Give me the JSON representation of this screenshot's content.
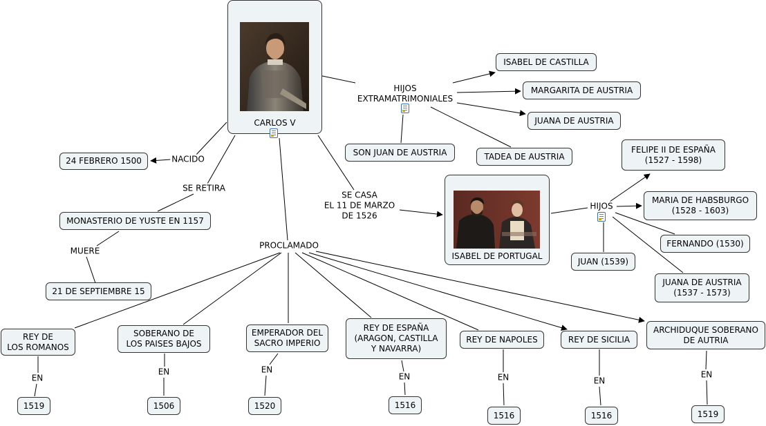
{
  "diagram": {
    "central_node": {
      "label": "CARLOS V",
      "portrait": "armored-man-portrait",
      "icon": "note-icon"
    },
    "spouse_node": {
      "label": "ISABEL DE PORTUGAL",
      "portrait": "royal-couple-portrait"
    },
    "nodes": {
      "birth_date": "24 FEBRERO 1500",
      "monastery": "MONASTERIO DE YUSTE EN 1157",
      "death_date": "21 DE SEPTIEMBRE 15",
      "title_romanos": "REY DE\nLOS ROMANOS",
      "title_paises_bajos": "SOBERANO DE\nLOS PAISES BAJOS",
      "title_emperador": "EMPERADOR DEL\nSACRO IMPERIO",
      "title_espana": "REY DE ESPAÑA\n(ARAGON, CASTILLA\nY NAVARRA)",
      "title_napoles": "REY DE NAPOLES",
      "title_sicilia": "REY DE SICILIA",
      "title_archiduque": "ARCHIDUQUE SOBERANO\nDE AUTRIA",
      "year_romanos": "1519",
      "year_paises_bajos": "1506",
      "year_emperador": "1520",
      "year_espana": "1516",
      "year_napoles": "1516",
      "year_sicilia": "1516",
      "year_archiduque": "1519",
      "illegit_isabel": "ISABEL DE CASTILLA",
      "illegit_margarita": "MARGARITA DE AUSTRIA",
      "illegit_juana": "JUANA DE AUSTRIA",
      "illegit_juan": "SON JUAN DE AUSTRIA",
      "illegit_tadea": "TADEA DE AUSTRIA",
      "child_felipe": "FELIPE II DE ESPAÑA\n(1527 - 1598)",
      "child_maria": "MARIA DE HABSBURGO\n(1528 - 1603)",
      "child_fernando": "FERNANDO (1530)",
      "child_juan": "JUAN (1539)",
      "child_juana": "JUANA DE AUSTRIA\n(1537 - 1573)"
    },
    "linking_phrases": {
      "nacido": "NACIDO",
      "se_retira": "SE RETIRA",
      "muere": "MUERE",
      "proclamado": "PROCLAMADO",
      "se_casa": "SE CASA\nEL 11 DE MARZO\nDE 1526",
      "hijos_extra": "HIJOS\nEXTRAMATRIMONIALES",
      "hijos": "HIJOS",
      "en": "EN"
    }
  }
}
